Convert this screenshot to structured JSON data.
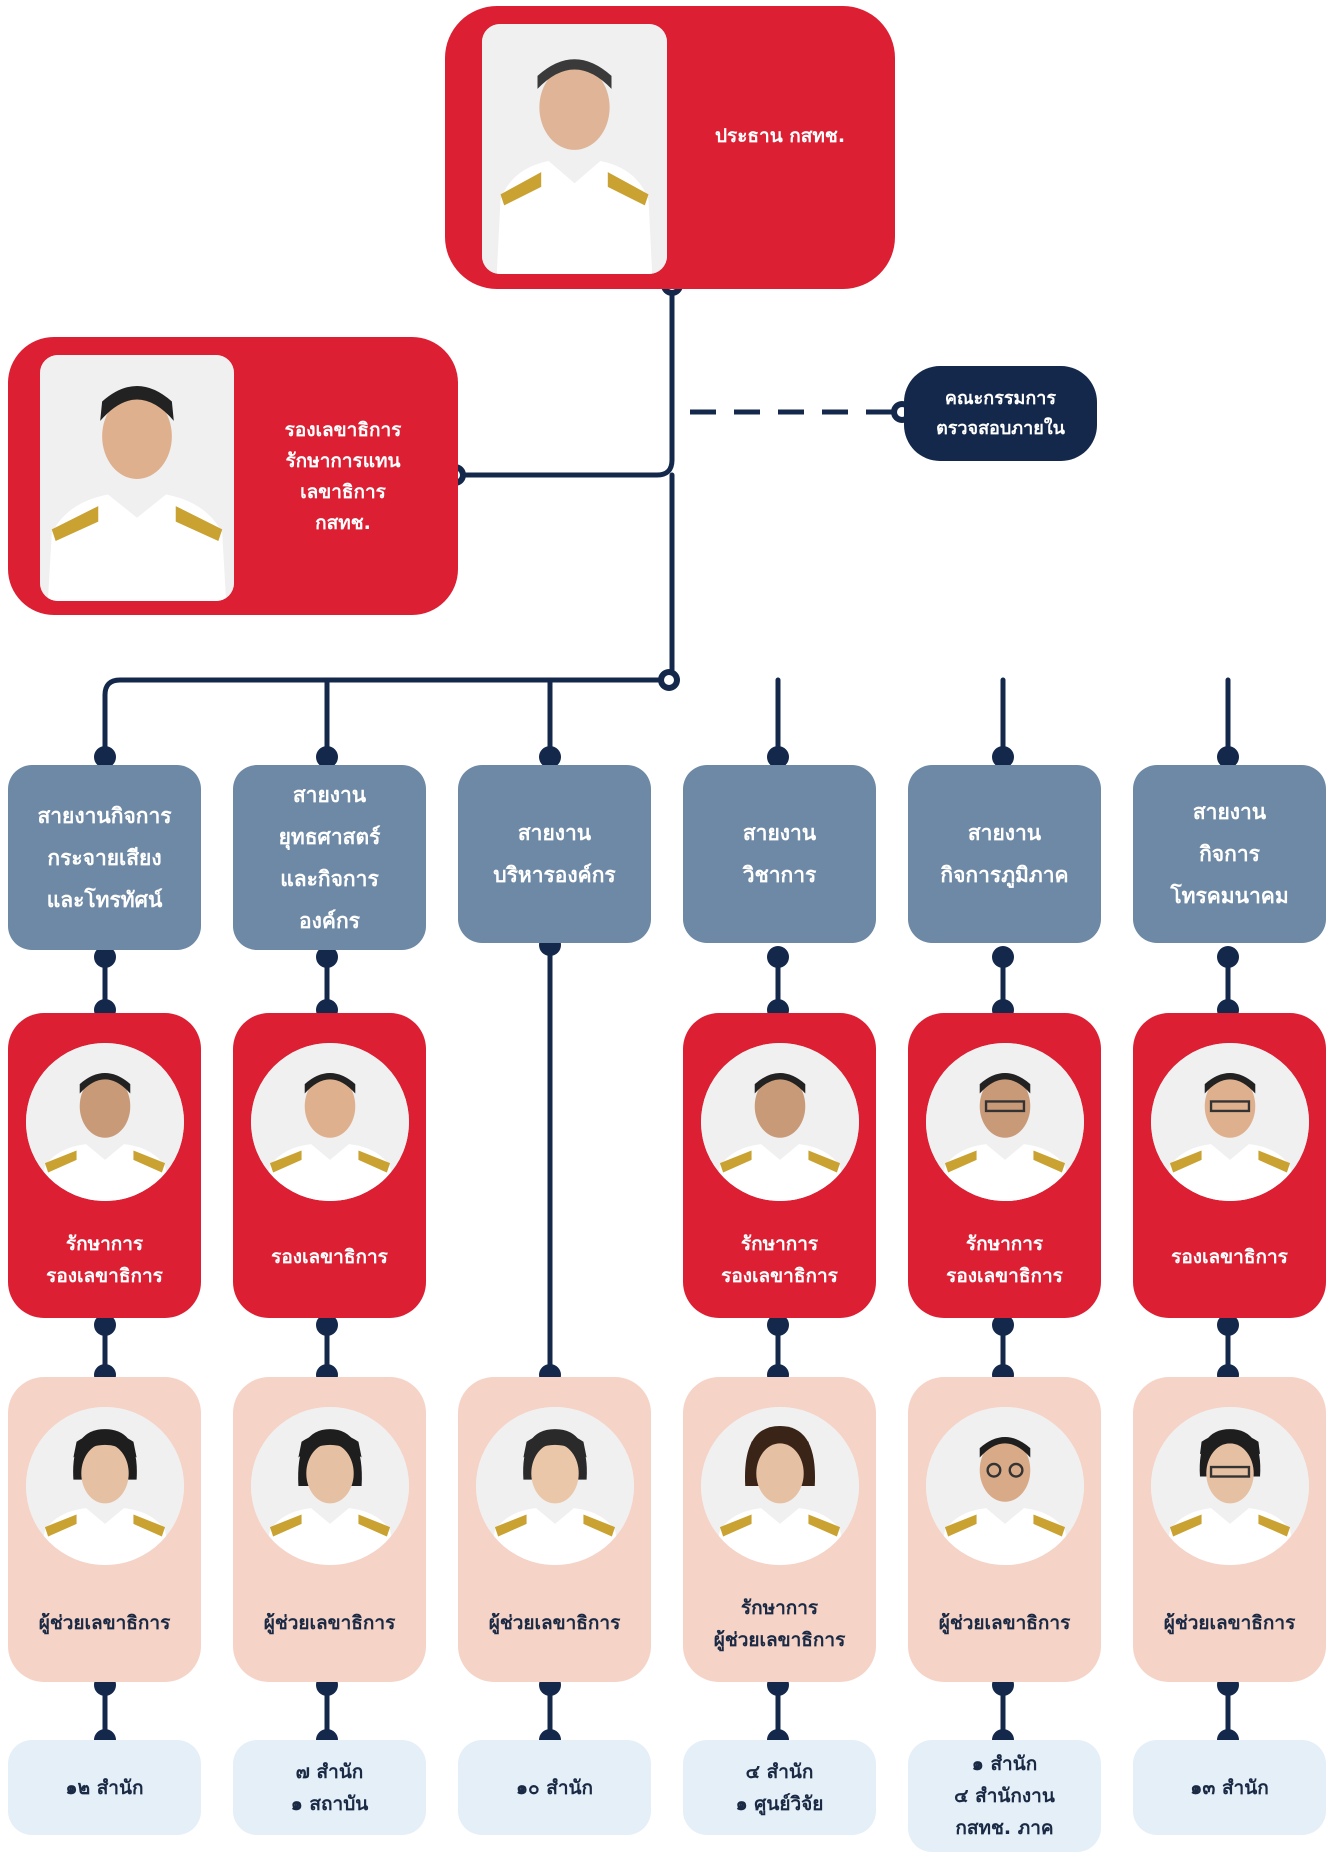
{
  "chairman": {
    "title": "ประธาน กสทช."
  },
  "deputy_acting": {
    "title": "รองเลขาธิการ\nรักษาการแทน\nเลขาธิการ\nกสทช."
  },
  "audit_committee": {
    "title": "คณะกรรมการ\nตรวจสอบภายใน"
  },
  "divisions": [
    {
      "name": "สายงานกิจการ\nกระจายเสียง\nและโทรทัศน์",
      "deputy": "รักษาการ\nรองเลขาธิการ",
      "assistant": "ผู้ช่วยเลขาธิการ",
      "offices": "๑๒ สำนัก"
    },
    {
      "name": "สายงาน\nยุทธศาสตร์\nและกิจการ\nองค์กร",
      "deputy": "รองเลขาธิการ",
      "assistant": "ผู้ช่วยเลขาธิการ",
      "offices": "๗ สำนัก\n๑ สถาบัน"
    },
    {
      "name": "สายงาน\nบริหารองค์กร",
      "deputy": "",
      "assistant": "ผู้ช่วยเลขาธิการ",
      "offices": "๑๐ สำนัก"
    },
    {
      "name": "สายงาน\nวิชาการ",
      "deputy": "รักษาการ\nรองเลขาธิการ",
      "assistant": "รักษาการ\nผู้ช่วยเลขาธิการ",
      "offices": "๔ สำนัก\n๑ ศูนย์วิจัย"
    },
    {
      "name": "สายงาน\nกิจการภูมิภาค",
      "deputy": "รักษาการ\nรองเลขาธิการ",
      "assistant": "ผู้ช่วยเลขาธิการ",
      "offices": "๑ สำนัก\n๔ สำนักงาน\nกสทช. ภาค"
    },
    {
      "name": "สายงาน\nกิจการ\nโทรคมนาคม",
      "deputy": "รองเลขาธิการ",
      "assistant": "ผู้ช่วยเลขาธิการ",
      "offices": "๑๓ สำนัก"
    }
  ],
  "colors": {
    "red": "#dc1f33",
    "navy": "#14284b",
    "grey": "#6e89a5",
    "pink": "#f6d3c7",
    "light": "#e4eff8"
  }
}
